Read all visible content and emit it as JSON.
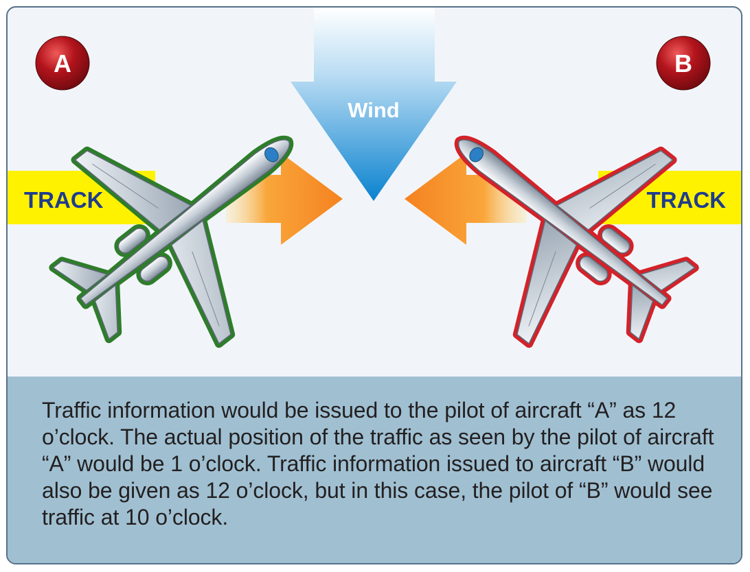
{
  "badges": {
    "left": "A",
    "right": "B"
  },
  "wind_label": "Wind",
  "track_label_left": "TRACK",
  "track_label_right": "TRACK",
  "caption": "Traffic information would be issued to the pilot of aircraft “A” as 12 o’clock. The actual position of the traffic as seen by the pilot of aircraft “A” would be 1 o’clock. Traffic information issued to aircraft “B” would also be given as 12 o’clock, but in this case, the pilot of “B” would see traffic at 10 o’clock.",
  "colors": {
    "aircraft_a_outline": "#2e7d2a",
    "aircraft_b_outline": "#d3222a",
    "track_band": "#fff200",
    "track_text": "#1f3c8c",
    "wind_arrow": "#1188d0",
    "badge": "#a8141c",
    "caption_panel": "#a0c0d2"
  }
}
